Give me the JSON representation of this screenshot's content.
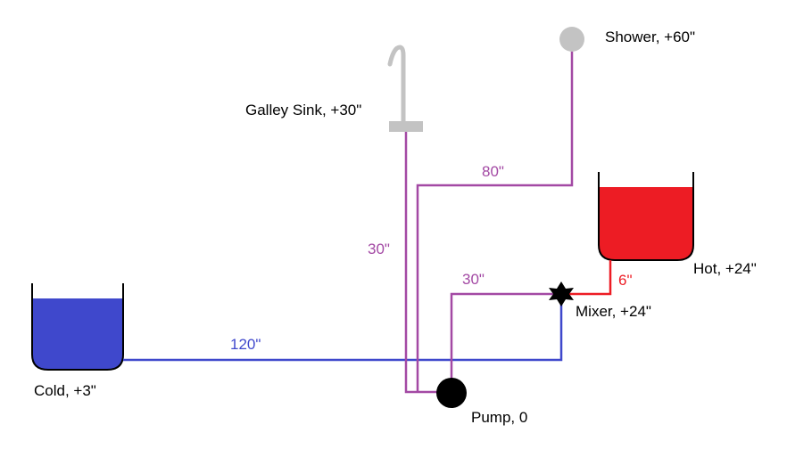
{
  "colors": {
    "cold_water": "#3f48cc",
    "hot_water": "#ed1c24",
    "mixed_pipe": "#a349a4",
    "fixture_grey": "#c3c3c3",
    "outline": "#000000"
  },
  "components": {
    "cold_tank": "Cold, +3\"",
    "hot_tank": "Hot, +24\"",
    "mixer": "Mixer, +24\"",
    "pump": "Pump, 0",
    "galley_sink": "Galley Sink, +30\"",
    "shower": "Shower, +60\""
  },
  "pipes": {
    "cold_to_mixer": "120\"",
    "hot_to_mixer": "6\"",
    "pump_to_mixer": "30\"",
    "pump_to_sink": "30\"",
    "pump_to_shower": "80\""
  },
  "icons": {
    "mixer": "star-icon",
    "pump": "filled-circle-icon",
    "shower": "shower-head-icon",
    "sink": "faucet-icon"
  }
}
